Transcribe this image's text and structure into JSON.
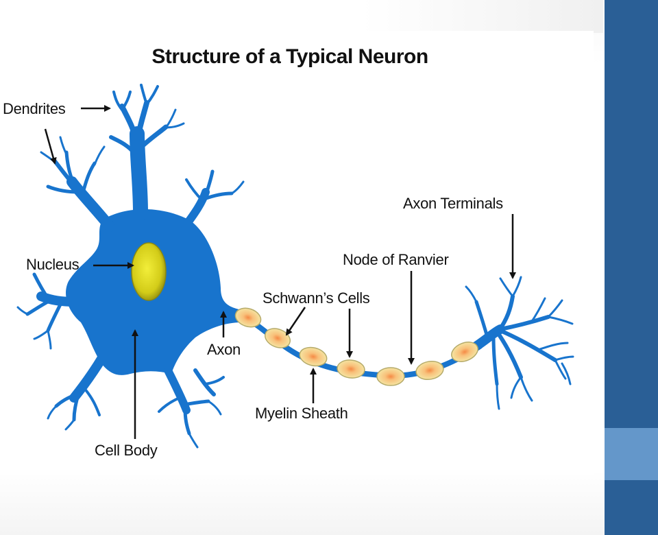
{
  "title": "Structure of a Typical Neuron",
  "labels": {
    "dendrites": "Dendrites",
    "nucleus": "Nucleus",
    "cell_body": "Cell Body",
    "axon": "Axon",
    "schwann_cells": "Schwann’s Cells",
    "myelin_sheath": "Myelin Sheath",
    "node_of_ranvier": "Node of Ranvier",
    "axon_terminals": "Axon Terminals"
  },
  "colors": {
    "neuron": "#1874cd",
    "nucleus": "#c9c417",
    "myelin": "#f2e6a0",
    "myelin_core": "#f39a5a",
    "side_band": "#2a5f96",
    "side_accent": "#6497ca"
  }
}
